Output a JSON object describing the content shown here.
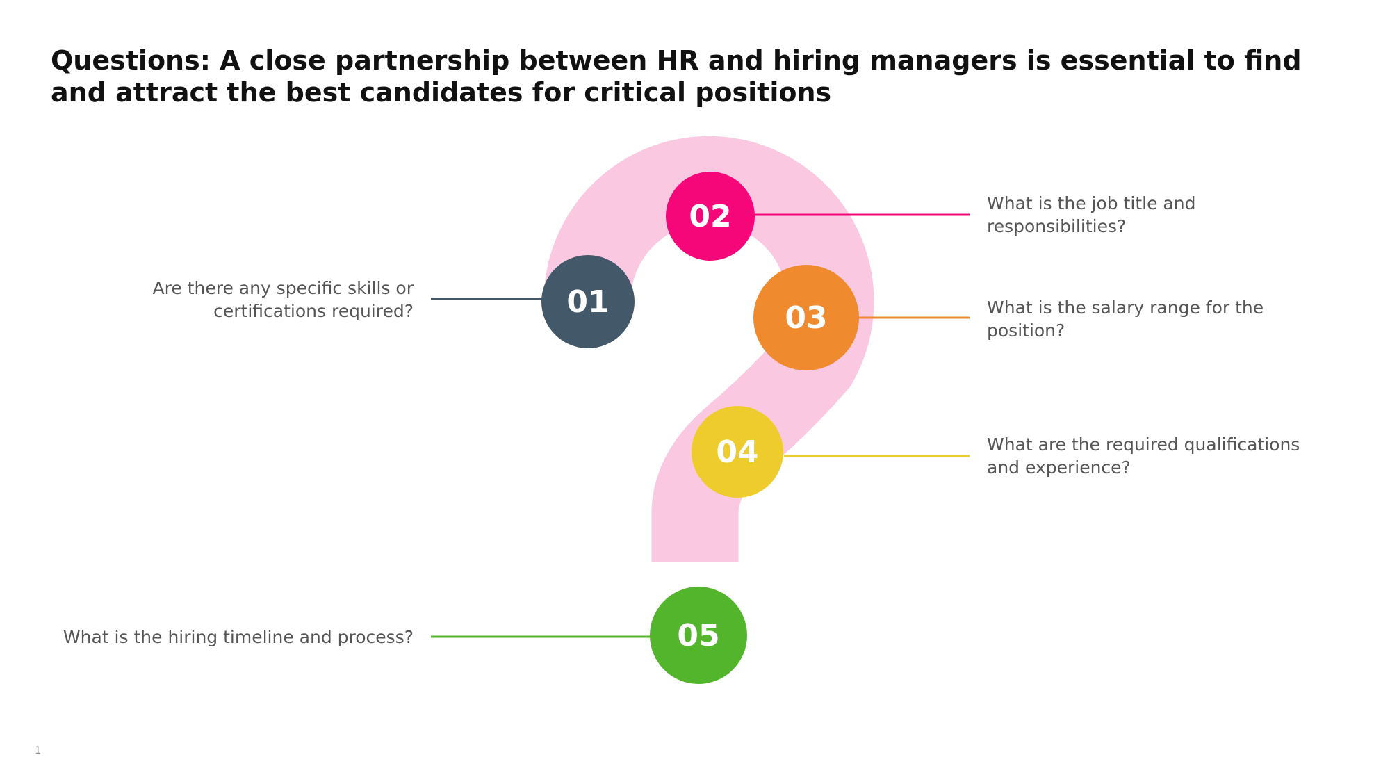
{
  "title": "Questions: A close partnership between HR and hiring managers is essential to find and attract the best candidates for critical positions",
  "page_number": "1",
  "colors": {
    "question_mark": "#fbc8e2",
    "step_01": "#435869",
    "step_02": "#f5077a",
    "step_03": "#ef8a2f",
    "step_04": "#eecc2e",
    "step_05": "#52b52b"
  },
  "steps": [
    {
      "number": "01",
      "question": "Are there any specific skills or certifications required?"
    },
    {
      "number": "02",
      "question": "What is the job title and responsibilities?"
    },
    {
      "number": "03",
      "question": "What is the salary range for the position?"
    },
    {
      "number": "04",
      "question": "What are the required qualifications and experience?"
    },
    {
      "number": "05",
      "question": "What is the hiring timeline and process?"
    }
  ]
}
